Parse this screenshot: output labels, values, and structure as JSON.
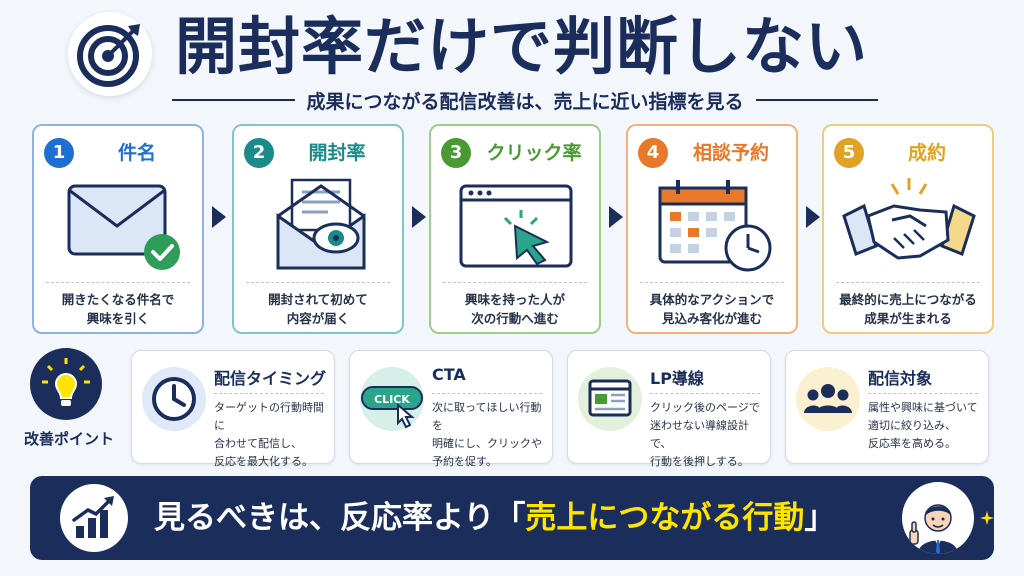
{
  "header": {
    "title": "開封率だけで判断しない",
    "subtitle": "成果につながる配信改善は、売上に近い指標を見る"
  },
  "steps": [
    {
      "number": "1",
      "title": "件名",
      "desc": "開きたくなる件名で\n興味を引く",
      "color": "#1e6fd1",
      "icon": "envelope-check-icon"
    },
    {
      "number": "2",
      "title": "開封率",
      "desc": "開封されて初めて\n内容が届く",
      "color": "#1a8a8a",
      "icon": "open-envelope-eye-icon"
    },
    {
      "number": "3",
      "title": "クリック率",
      "desc": "興味を持った人が\n次の行動へ進む",
      "color": "#4a9a33",
      "icon": "browser-click-icon"
    },
    {
      "number": "4",
      "title": "相談予約",
      "desc": "具体的なアクションで\n見込み客化が進む",
      "color": "#e8792a",
      "icon": "calendar-clock-icon"
    },
    {
      "number": "5",
      "title": "成約",
      "desc": "最終的に売上につながる\n成果が生まれる",
      "color": "#e0a324",
      "icon": "handshake-icon"
    }
  ],
  "points": {
    "label": "改善ポイント",
    "items": [
      {
        "title": "配信タイミング",
        "desc": "ターゲットの行動時間に\n合わせて配信し、\n反応を最大化する。",
        "icon": "clock-icon"
      },
      {
        "title": "CTA",
        "desc": "次に取ってほしい行動を\n明確にし、クリックや\n予約を促す。",
        "icon": "click-button-icon",
        "button_text": "CLICK"
      },
      {
        "title": "LP導線",
        "desc": "クリック後のページで\n迷わせない導線設計で、\n行動を後押しする。",
        "icon": "landing-page-icon"
      },
      {
        "title": "配信対象",
        "desc": "属性や興味に基づいて\n適切に絞り込み、\n反応率を高める。",
        "icon": "audience-group-icon"
      }
    ]
  },
  "banner": {
    "text_before": "見るべきは、反応率より「",
    "highlight": "売上につながる行動",
    "text_after": "」",
    "highlight_color": "#ffe400"
  },
  "colors": {
    "navy": "#1b2d5b",
    "background": "#f3f6fb"
  }
}
